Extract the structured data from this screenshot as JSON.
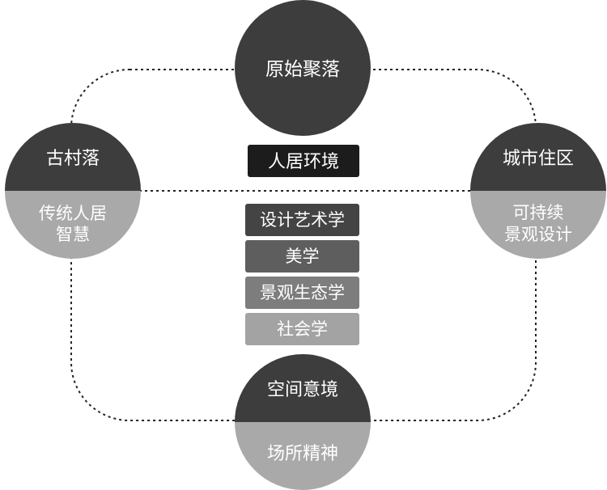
{
  "center_label": "人居环境",
  "circles": {
    "top": {
      "upper": "原始聚落",
      "lower": ""
    },
    "left": {
      "upper": "古村落",
      "lower": [
        "传统人居",
        "智慧"
      ]
    },
    "right": {
      "upper": "城市住区",
      "lower": [
        "可持续",
        "景观设计"
      ]
    },
    "bottom": {
      "upper": "空间意境",
      "lower": "场所精神"
    }
  },
  "disciplines": [
    "设计艺术学",
    "美学",
    "景观生态学",
    "社会学"
  ],
  "colors": {
    "dark": "#3d3d3d",
    "light": "#a9a9a9",
    "center_box": "#1c1c1c",
    "discipline_boxes": [
      "#444444",
      "#5e5e5e",
      "#7d7d7d",
      "#a3a3a3"
    ],
    "text": "#ffffff",
    "dotted_line": "#222222"
  }
}
